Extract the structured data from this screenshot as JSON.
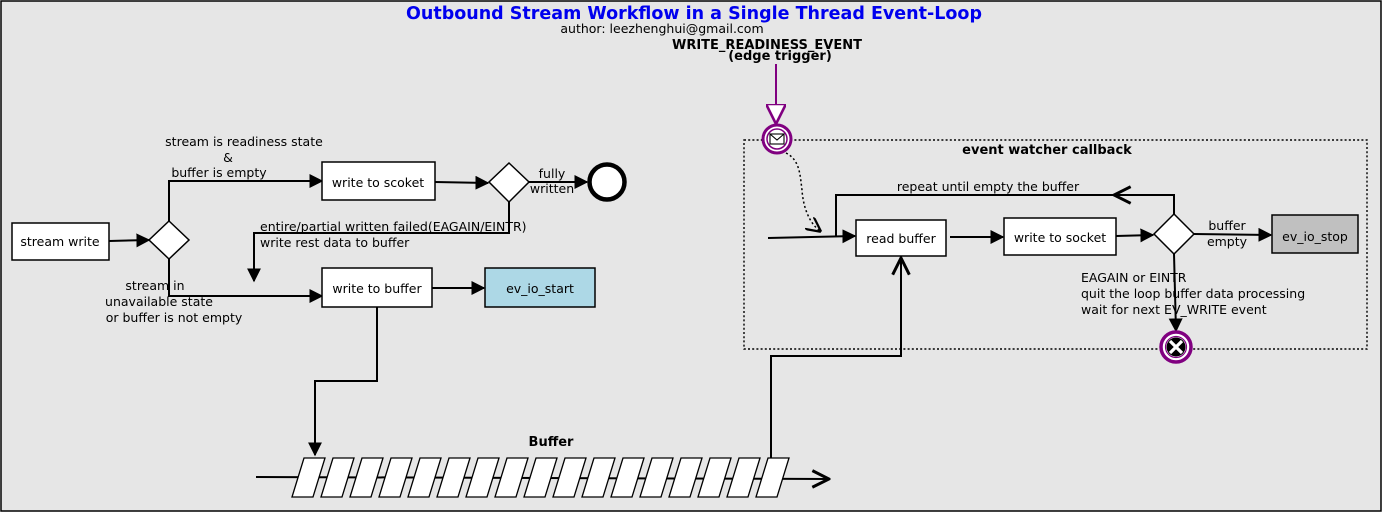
{
  "title": "Outbound Stream Workflow in a Single Thread Event-Loop",
  "author": "author: leezhenghui@gmail.com",
  "colors": {
    "background": "#e6e6e6",
    "title": "#0000ee",
    "event": "#800080",
    "ev_io_start_fill": "#add8e6",
    "ev_io_stop_fill": "#c0c0c0",
    "box_fill": "#ffffff"
  },
  "event": {
    "name": "WRITE_READINESS_EVENT",
    "trigger": "(edge trigger)",
    "start_icon": "message-start-event-icon",
    "end_icon": "cancel-end-event-icon"
  },
  "nodes": {
    "stream_write": "stream write",
    "write_to_socket": "write to scoket",
    "write_to_buffer": "write to buffer",
    "ev_io_start": "ev_io_start",
    "read_buffer": "read buffer",
    "write_to_socket_cb": "write to socket",
    "ev_io_stop": "ev_io_stop",
    "buffer": "Buffer",
    "callback_group": "event watcher callback"
  },
  "labels": {
    "readiness_1": "stream is readiness state",
    "readiness_2": "&",
    "readiness_3": "buffer is empty",
    "unavail_1": "stream in",
    "unavail_2": "unavailable state",
    "unavail_3": "or buffer is not empty",
    "fully_1": "fully",
    "fully_2": "written",
    "failed_1": "entire/partial written failed(EAGAIN/EINTR)",
    "failed_2": "write rest data to buffer",
    "repeat": "repeat until empty the buffer",
    "empty_1": "buffer",
    "empty_2": "empty",
    "eagain_1": "EAGAIN or EINTR",
    "eagain_2": "quit the loop buffer data processing",
    "eagain_3": "wait for next EV_WRITE event"
  }
}
